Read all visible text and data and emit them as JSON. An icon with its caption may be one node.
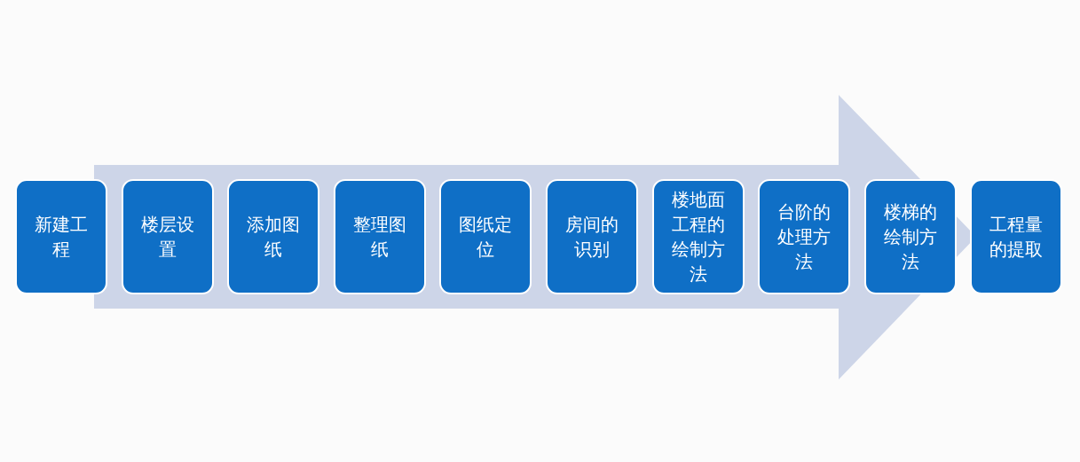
{
  "diagram": {
    "nodes": [
      {
        "text": [
          "新建工程"
        ]
      },
      {
        "text": [
          "楼层设置"
        ]
      },
      {
        "text": [
          "添加图纸"
        ]
      },
      {
        "text": [
          "整理图纸"
        ]
      },
      {
        "text": [
          "图纸定位"
        ]
      },
      {
        "text": [
          "房间的识别"
        ]
      },
      {
        "text": [
          "楼地面工程的绘制方法"
        ]
      },
      {
        "text": [
          "台阶的处理方法"
        ]
      },
      {
        "text": [
          "楼梯的绘制方法"
        ]
      },
      {
        "text": [
          "工程量的提取"
        ]
      }
    ]
  }
}
